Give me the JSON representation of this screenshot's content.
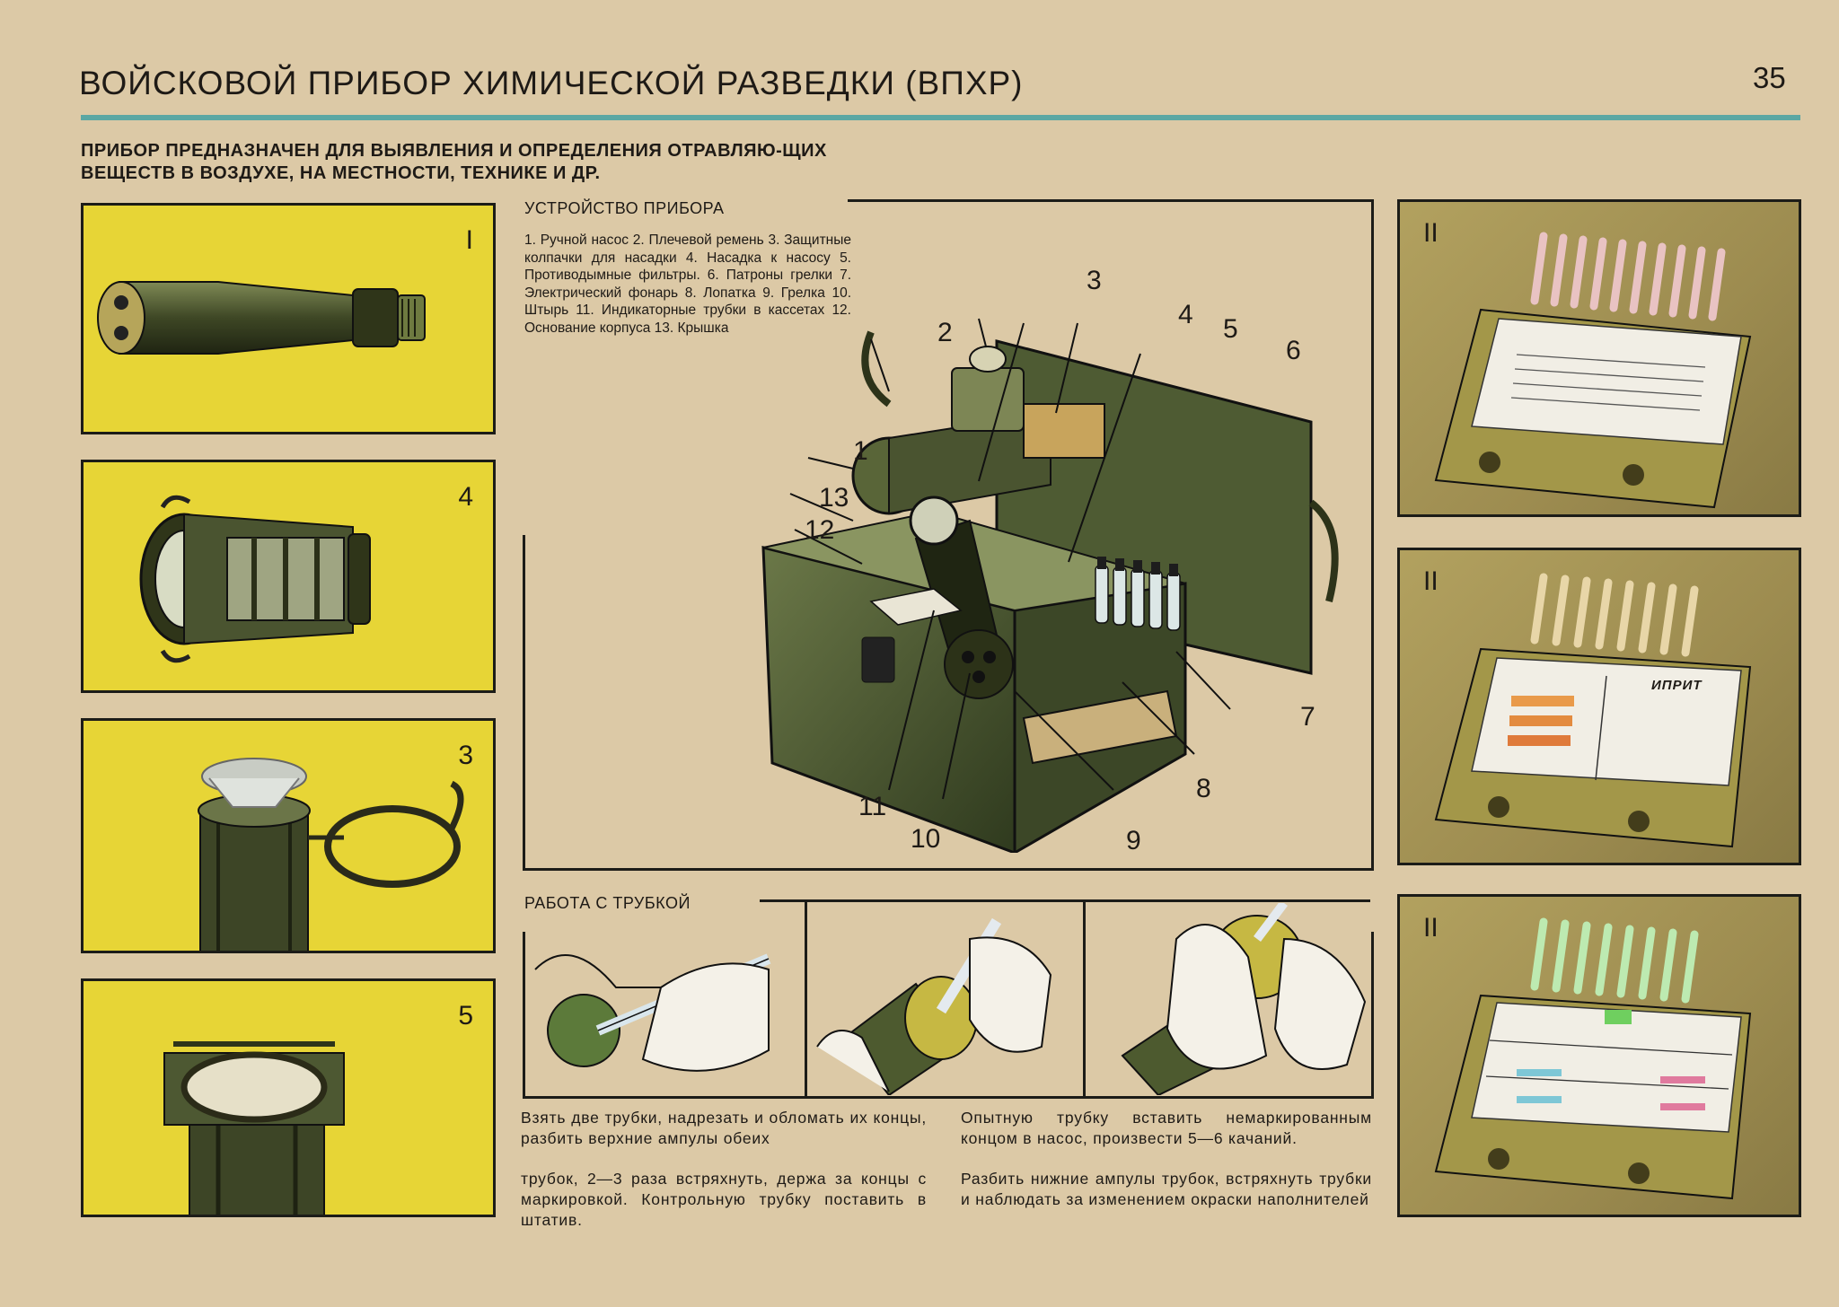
{
  "page": {
    "title": "ВОЙСКОВОЙ ПРИБОР ХИМИЧЕСКОЙ РАЗВЕДКИ (ВПХР)",
    "number": "35",
    "intro": "ПРИБОР ПРЕДНАЗНАЧЕН ДЛЯ ВЫЯВЛЕНИЯ И ОПРЕДЕЛЕНИЯ ОТРАВЛЯЮ-ЩИХ ВЕЩЕСТВ В ВОЗДУХЕ, НА МЕСТНОСТИ, ТЕХНИКЕ И ДР.",
    "colors": {
      "accent_rule": "#5ba7a3",
      "yellow_panel": "#e7d536",
      "olive_panel": "#9d8c50",
      "device_green": "#4d5a30"
    }
  },
  "left_panels": [
    {
      "number": "I",
      "icon": "hand-pump-icon"
    },
    {
      "number": "4",
      "icon": "nozzle-icon"
    },
    {
      "number": "3",
      "icon": "protective-cap-icon"
    },
    {
      "number": "5",
      "icon": "smoke-filter-icon"
    }
  ],
  "device": {
    "heading": "УСТРОЙСТВО ПРИБОРА",
    "legend": "1. Ручной насос 2. Плечевой ремень 3. Защитные колпачки для насадки 4. Насадка к насосу 5. Противодымные фильтры. 6. Патроны грелки 7. Электрический фонарь 8. Лопатка 9. Грелка 10. Штырь 11. Индикаторные трубки в кассетах 12. Основание корпуса 13. Крышка",
    "callouts": [
      "1",
      "2",
      "3",
      "4",
      "5",
      "6",
      "7",
      "8",
      "9",
      "10",
      "11",
      "12",
      "13"
    ]
  },
  "tube_work": {
    "heading": "РАБОТА С ТРУБКОЙ",
    "caption_left_1": "Взять две трубки, надрезать и обломать их концы, разбить верхние ампулы обеих",
    "caption_left_2": "трубок, 2—3 раза встряхнуть, держа за концы с маркировкой. Контрольную трубку поставить в штатив.",
    "caption_right_1": "Опытную трубку вставить немаркированным концом в насос, произвести 5—6 качаний.",
    "caption_right_2": "Разбить нижние ампулы трубок, встряхнуть трубки и наблюдать за изменением окраски наполнителей"
  },
  "right_panels": [
    {
      "number": "II",
      "tube_color": "#d97c7c"
    },
    {
      "number": "II",
      "tube_color": "#e6b35a",
      "card_label": "ИПРИТ"
    },
    {
      "number": "II",
      "tube_color": "#8fd47a"
    }
  ]
}
